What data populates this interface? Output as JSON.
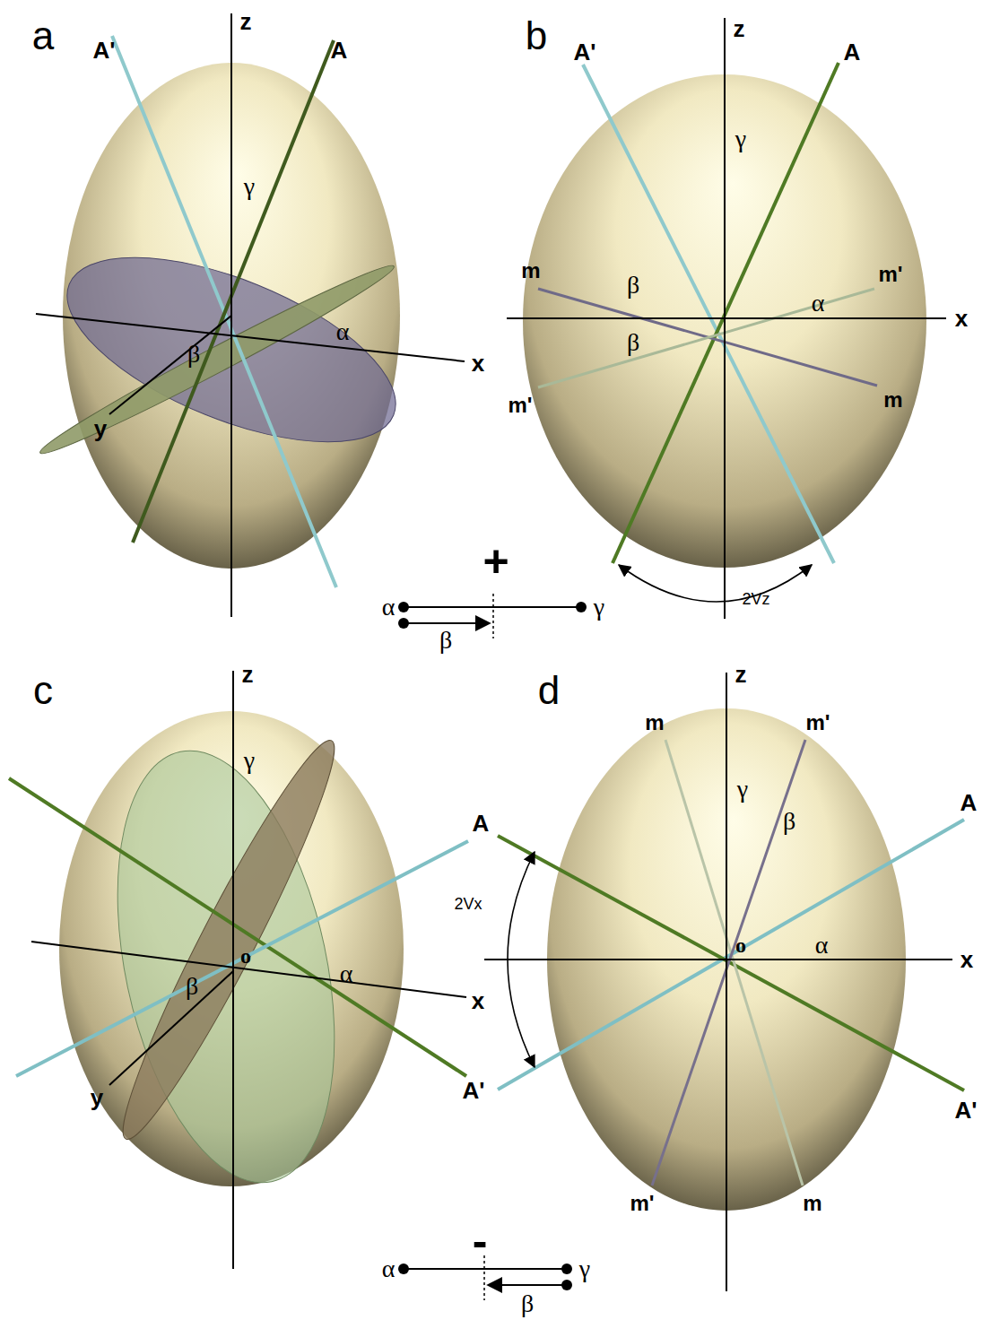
{
  "diagram": {
    "labels": [
      "a",
      "z",
      "A'",
      "A",
      "γ",
      "β",
      "α",
      "x",
      "y",
      "b",
      "z",
      "A'",
      "A",
      "γ",
      "m",
      "m'",
      "β",
      "α",
      "x",
      "β",
      "m'",
      "m",
      "2Vz",
      "+",
      "α",
      "γ",
      "β",
      "c",
      "z",
      "γ",
      "A",
      "o",
      "β",
      "α",
      "x",
      "y",
      "A'",
      "d",
      "z",
      "m",
      "m'",
      "γ",
      "β",
      "A",
      "2Vx",
      "o",
      "α",
      "x",
      "m'",
      "m",
      "A'",
      "-",
      "α",
      "γ",
      "β"
    ]
  }
}
